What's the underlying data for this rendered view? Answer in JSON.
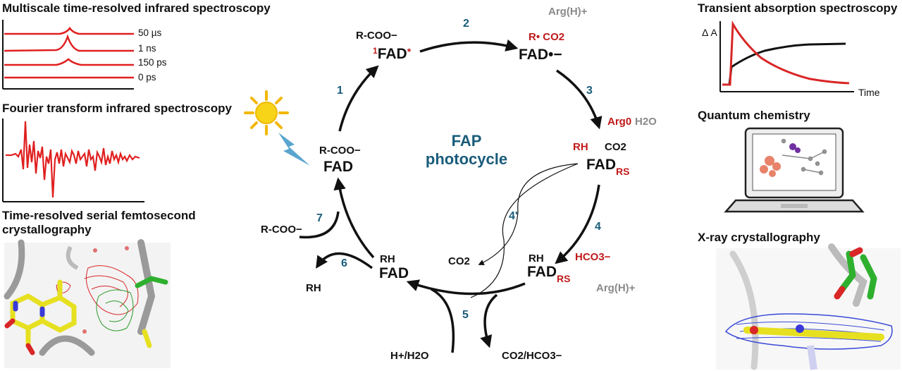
{
  "left": {
    "tr_ir_title": "Multiscale time-resolved infrared spectroscopy",
    "tr_ir_labels": [
      "50 µs",
      "1 ns",
      "150 ps",
      "0 ps"
    ],
    "ftir_title": "Fourier transform infrared spectroscopy",
    "sfx_title_line1": "Time-resolved serial femtosecond",
    "sfx_title_line2": "crystallography"
  },
  "right": {
    "ta_title": "Transient absorption spectroscopy",
    "ta_ylabel": "Δ A",
    "ta_xlabel": "Time",
    "qc_title": "Quantum chemistry",
    "xray_title": "X-ray crystallography"
  },
  "cycle": {
    "center_line1": "FAP",
    "center_line2": "photocycle",
    "steps": {
      "s1": "1",
      "s2": "2",
      "s3": "3",
      "s4": "4",
      "s4p": "4'",
      "s5": "5",
      "s6": "6",
      "s7": "7"
    },
    "state_left": {
      "top": "R-COO−",
      "bottom": "FAD"
    },
    "state_top_left": {
      "top": "R-COO−",
      "super": "1",
      "fad": "FAD",
      "star": "*"
    },
    "state_top_right": {
      "arg": "Arg(H)+",
      "radical": "R• CO2",
      "fad": "FAD•−"
    },
    "state_right": {
      "arg": "Arg0",
      "water": "H2O",
      "rh": "RH",
      "co2": "CO2",
      "fad": "FAD",
      "sub": "RS"
    },
    "state_bottom_right": {
      "rh": "RH",
      "fad": "FAD",
      "sub": "RS",
      "hco3": "HCO3−",
      "arg": "Arg(H)+"
    },
    "state_bottom_left": {
      "rh": "RH",
      "fad": "FAD"
    },
    "products": {
      "co2": "CO2",
      "rh": "RH",
      "rcoo": "R-COO−",
      "hh2o": "H+/H2O",
      "co2hco3": "CO2/HCO3−"
    }
  },
  "colors": {
    "teal": "#1a5c7a",
    "red": "#c01a1a",
    "gray": "#8a8a8a",
    "trace_red": "#e02020"
  }
}
